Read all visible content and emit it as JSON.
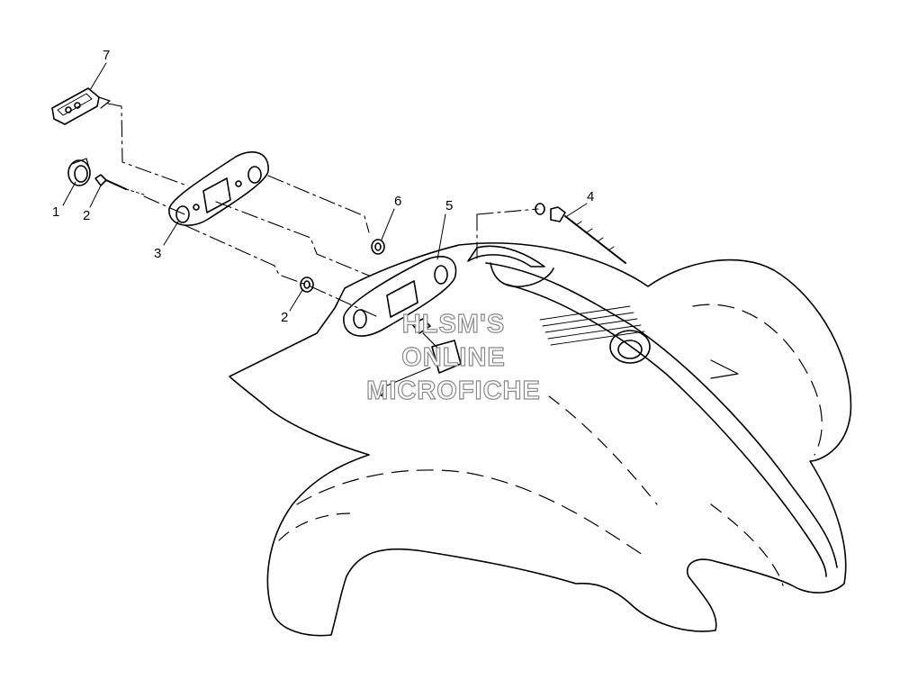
{
  "callouts": {
    "c1": "1",
    "c2a": "2",
    "c2b": "2",
    "c2c": "2",
    "c3": "3",
    "c4": "4",
    "c5": "5",
    "c6": "6",
    "c7": "7"
  },
  "watermark": {
    "line1": "HLSM'S",
    "line2": "ONLINE",
    "line3": "MICROFICHE"
  },
  "colors": {
    "ink": "#000000",
    "watermark_stroke": "#8a8a8a",
    "background": "#ffffff"
  }
}
